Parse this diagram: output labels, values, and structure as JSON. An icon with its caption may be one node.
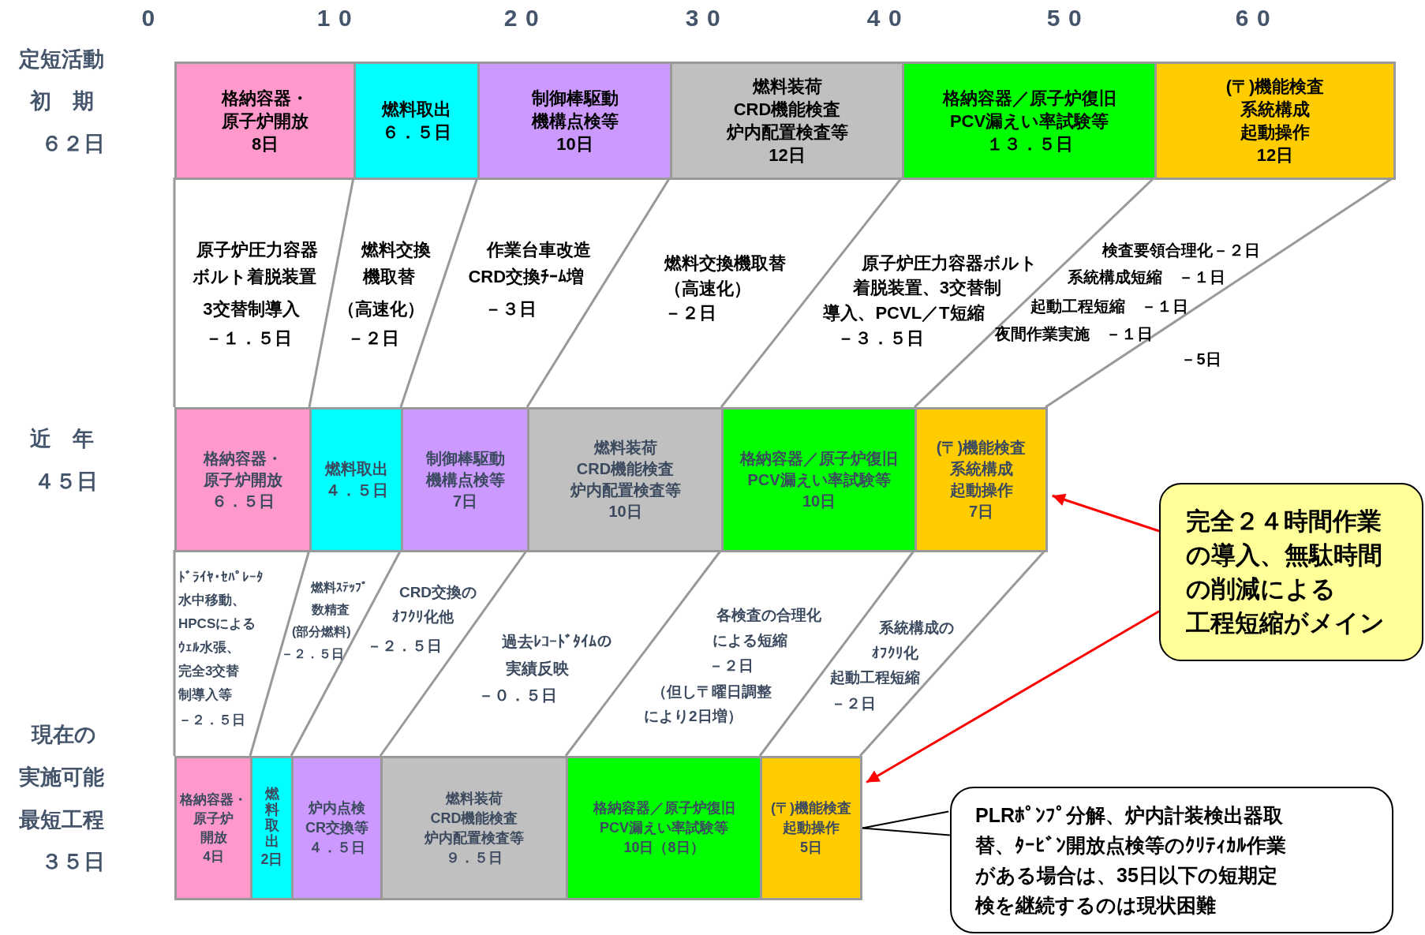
{
  "diagram": {
    "nodes": [
      {
        "text": [
          "格納容器・",
          "原子炉開放",
          "8日"
        ]
      },
      {
        "text": [
          "燃料取出",
          "６．５日"
        ]
      },
      {
        "text": [
          "制御棒駆動",
          "機構点検等",
          "10日"
        ]
      },
      {
        "text": [
          "燃料装荷",
          "CRD機能検査",
          "炉内配置検査等",
          "12日"
        ]
      },
      {
        "text": [
          "格納容器／原子炉復旧",
          "PCV漏えい率試験等",
          "１３．５日"
        ]
      },
      {
        "text": [
          "(〒)機能検査",
          "系統構成",
          "起動操作",
          "12日"
        ]
      },
      {
        "text": [
          "格納容器・",
          "原子炉開放",
          "６．５日"
        ]
      },
      {
        "text": [
          "燃料取出",
          "４．５日"
        ]
      },
      {
        "text": [
          "制御棒駆動",
          "機構点検等",
          "7日"
        ]
      },
      {
        "text": [
          "燃料装荷",
          "CRD機能検査",
          "炉内配置検査等",
          "10日"
        ]
      },
      {
        "text": [
          "格納容器／原子炉復旧",
          "PCV漏えい率試験等",
          "10日"
        ]
      },
      {
        "text": [
          "(〒)機能検査",
          "系統構成",
          "起動操作",
          "7日"
        ]
      },
      {
        "text": [
          "格納容器・",
          "原子炉",
          "開放",
          "4日"
        ]
      },
      {
        "text": [
          "燃料取出",
          "2日"
        ]
      },
      {
        "text": [
          "炉内点検",
          "CR交換等",
          "４．５日"
        ]
      },
      {
        "text": [
          "燃料装荷",
          "CRD機能検査",
          "炉内配置検査等",
          "９．５日"
        ]
      },
      {
        "text": [
          "格納容器／原子炉復旧",
          "PCV漏えい率試験等",
          "10日（8日）"
        ]
      },
      {
        "text": [
          "(〒)機能検査",
          "起動操作",
          "5日"
        ]
      },
      {
        "text": [
          "完全２４時間作業",
          "の導入、無駄時間",
          "の削減による",
          "工程短縮がメイン"
        ]
      },
      {
        "text": [
          "PLRﾎﾟﾝﾌﾟ分解、炉内計装検出器取",
          "替、ﾀｰﾋﾞﾝ開放点検等のｸﾘﾃｨｶﾙ作業",
          "がある場合は、35日以下の短期定",
          "検を継続するのは現状困難"
        ]
      }
    ],
    "edges": [
      {
        "from": 18,
        "to": 11,
        "arrow": "to",
        "color": "#ff0000"
      },
      {
        "from": 18,
        "to": 17,
        "arrow": "to",
        "color": "#ff0000"
      },
      {
        "from": 19,
        "to": 17,
        "arrow": "none",
        "color": "#000000"
      }
    ],
    "labels": [
      "0",
      "10",
      "20",
      "30",
      "40",
      "50",
      "60",
      "定短活動",
      "初　期",
      "６２日",
      "原子炉圧力容器",
      "ボルト着脱装置",
      "3交替制導入",
      "－１．５日",
      "燃料交換",
      "機取替",
      "（高速化）",
      "－２日",
      "作業台車改造",
      "CRD交換ﾁｰﾑ増",
      "－３日",
      "燃料交換機取替",
      "（高速化）",
      "－２日",
      "原子炉圧力容器ボルト",
      "着脱装置、3交替制",
      "導入、PCVL／T短縮",
      "－３．５日",
      "検査要領合理化－２日",
      "系統構成短縮　－１日",
      "起動工程短縮　－１日",
      "夜間作業実施　－１日",
      "－5日",
      "近　年",
      "４５日",
      "ﾄﾞﾗｲﾔ･ｾﾊﾟﾚｰﾀ",
      "水中移動、",
      "HPCSによる",
      "ｳｪﾙ水張、",
      "完全3交替",
      "制導入等",
      "－２．５日",
      "燃料ｽﾃｯﾌﾟ",
      "数精査",
      "(部分燃料)",
      "－２．５日",
      "CRD交換の",
      "ｵﾌｸﾘ化他",
      "－２．５日",
      "過去ﾚｺｰﾄﾞﾀｲﾑの",
      "実績反映",
      "－０．５日",
      "各検査の合理化",
      "による短縮",
      "－２日",
      "（但し〒曜日調整",
      "により2日増）",
      "系統構成の",
      "ｵﾌｸﾘ化",
      "起動工程短縮",
      "－２日",
      "現在の",
      "実施可能",
      "最短工程",
      "３５日"
    ]
  }
}
